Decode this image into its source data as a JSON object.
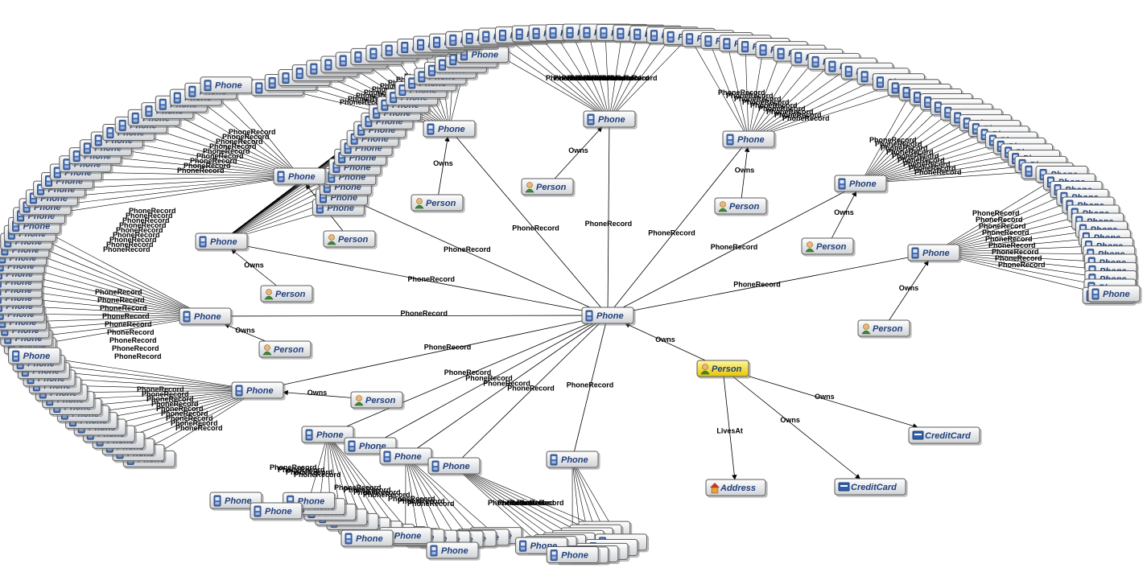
{
  "labels": {
    "phone": "Phone",
    "person": "Person",
    "address": "Address",
    "credit_card": "CreditCard",
    "phone_record": "PhoneRecord",
    "owns": "Owns",
    "lives_at": "LivesAt"
  },
  "colors": {
    "node_fill_top": "#ffffff",
    "node_fill_bottom": "#cfd2d6",
    "selected_fill_top": "#fff7a0",
    "selected_fill_bottom": "#e6c400",
    "label_color": "#1f3f7a",
    "edge_color": "#000000"
  },
  "icons": {
    "phone": "phone-icon",
    "person": "person-icon",
    "address": "house-icon",
    "credit_card": "credit-card-icon"
  },
  "graph": {
    "center": "Phone",
    "selected": "Person",
    "hubs": [
      {
        "type": "Phone",
        "person_owner": true,
        "fan": "PhoneRecord"
      },
      {
        "type": "Phone",
        "person_owner": true,
        "fan": "PhoneRecord"
      },
      {
        "type": "Phone",
        "person_owner": true,
        "fan": "PhoneRecord"
      },
      {
        "type": "Phone",
        "person_owner": true,
        "fan": "PhoneRecord"
      },
      {
        "type": "Phone",
        "person_owner": true,
        "fan": "PhoneRecord"
      },
      {
        "type": "Phone",
        "person_owner": true,
        "fan": "PhoneRecord"
      },
      {
        "type": "Phone",
        "person_owner": true,
        "fan": "PhoneRecord"
      },
      {
        "type": "Phone",
        "person_owner": true,
        "fan": "PhoneRecord"
      },
      {
        "type": "Phone",
        "person_owner": true,
        "fan": "PhoneRecord"
      }
    ],
    "selected_links": [
      {
        "label": "Owns",
        "target": "Phone"
      },
      {
        "label": "LivesAt",
        "target": "Address"
      },
      {
        "label": "Owns",
        "target": "CreditCard"
      },
      {
        "label": "Owns",
        "target": "CreditCard"
      }
    ]
  }
}
